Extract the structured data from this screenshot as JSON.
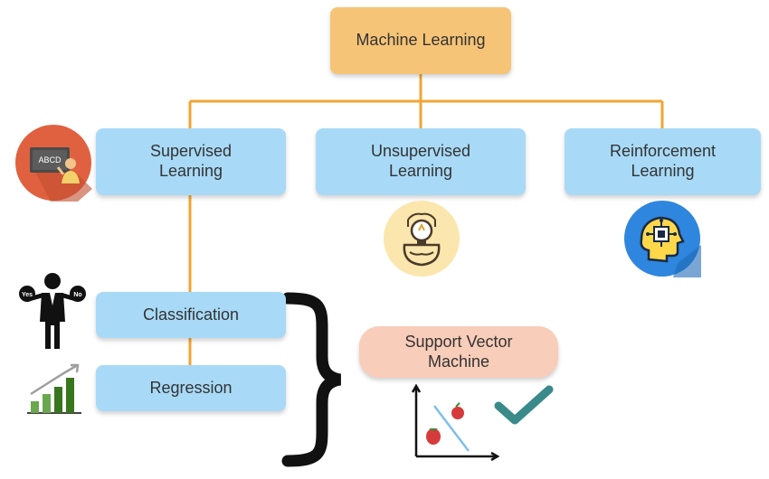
{
  "root": {
    "label": "Machine Learning",
    "color": "#f6c477"
  },
  "branches": [
    {
      "label": "Supervised\nLearning",
      "icon": "teacher-board-icon"
    },
    {
      "label": "Unsupervised\nLearning",
      "icon": "brain-lightbulb-icon"
    },
    {
      "label": "Reinforcement\nLearning",
      "icon": "robot-head-circuit-icon"
    }
  ],
  "supervised_children": [
    {
      "label": "Classification",
      "icon": "businessman-yes-no-icon",
      "icon_text_left": "Yes",
      "icon_text_right": "No"
    },
    {
      "label": "Regression",
      "icon": "growth-bar-chart-icon"
    }
  ],
  "algorithm": {
    "label": "Support Vector\nMachine",
    "icon": "svm-scatter-plot-icon",
    "check_icon": "checkmark-icon"
  },
  "icon_labels": {
    "board_text": "ABCD"
  },
  "colors": {
    "connector": "#f0a534",
    "box_blue": "#a8daf7",
    "box_peach": "#f8cdb9",
    "check": "#3a8a8a",
    "circle_red": "#e0613f",
    "circle_yellow": "#fbe7ad",
    "circle_blue": "#2e86de"
  }
}
